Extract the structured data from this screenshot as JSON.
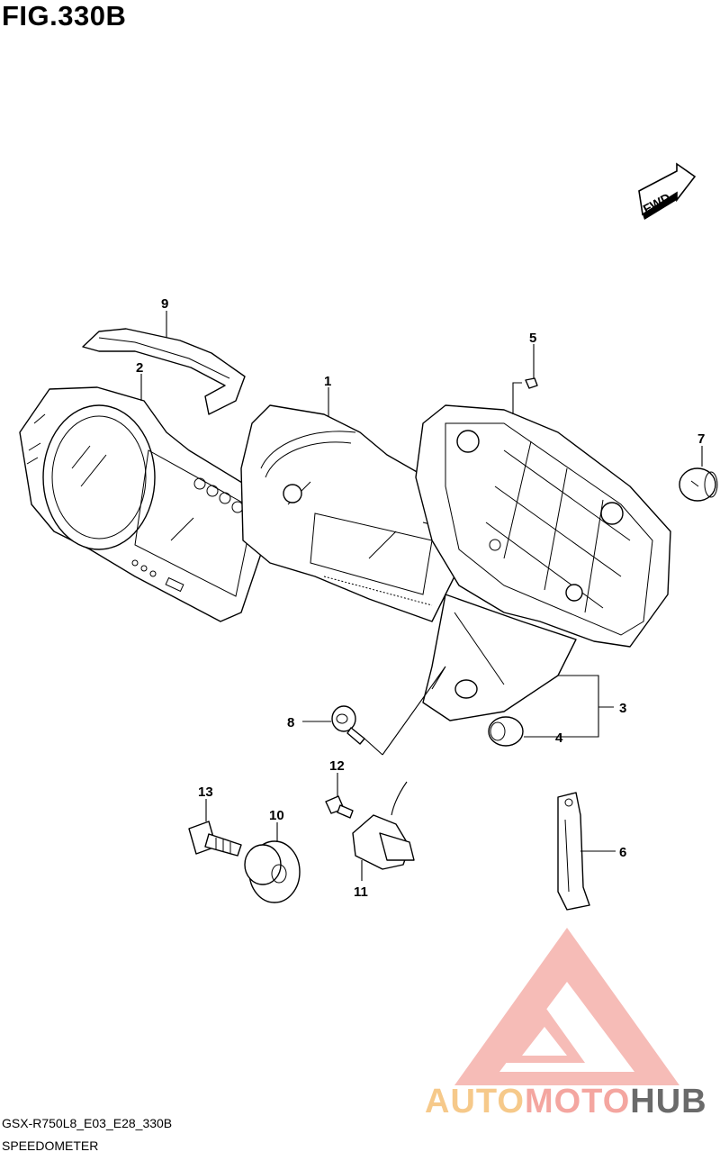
{
  "figure": {
    "title": "FIG.330B",
    "code": "GSX-R750L8_E03_E28_330B",
    "name": "SPEEDOMETER"
  },
  "fwd_label": "FWD",
  "callouts": [
    "1",
    "2",
    "3",
    "4",
    "5",
    "6",
    "7",
    "8",
    "9",
    "10",
    "11",
    "12",
    "13"
  ],
  "watermark": {
    "part1": "AUTO",
    "part2": "MOTO",
    "part3": "HUB",
    "colors": {
      "logo": "#f4a6a0",
      "auto": "#f6c98a",
      "hub": "#6a6a6a"
    }
  }
}
